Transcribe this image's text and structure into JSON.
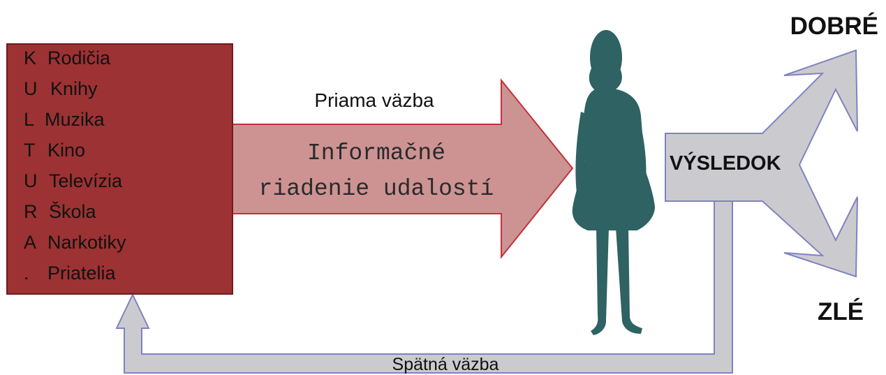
{
  "culture_box": {
    "items": [
      {
        "letter": "K",
        "label": "Rodičia"
      },
      {
        "letter": "U",
        "label": "Knihy"
      },
      {
        "letter": "L",
        "label": "Muzika"
      },
      {
        "letter": "T",
        "label": "Kino"
      },
      {
        "letter": "U",
        "label": "Televízia"
      },
      {
        "letter": "R",
        "label": "Škola"
      },
      {
        "letter": "A",
        "label": "Narkotiky"
      },
      {
        "letter": ".",
        "label": "Priatelia"
      }
    ]
  },
  "direct_link": {
    "label": "Priama väzba",
    "arrow_text_line1": "Informačné",
    "arrow_text_line2": "riadenie udalostí"
  },
  "outcome": {
    "label": "VÝSLEDOK",
    "good": "DOBRÉ",
    "bad": "ZLÉ"
  },
  "feedback": {
    "label": "Spätná väzba"
  },
  "colors": {
    "culture_box_fill": "#9c3233",
    "culture_box_stroke": "#6e1c1c",
    "main_arrow_fill": "#cd9393",
    "main_arrow_stroke": "#c0323a",
    "outcome_fill": "#cbcbcf",
    "outcome_stroke": "#7f82c1",
    "silhouette": "#2f6262"
  }
}
